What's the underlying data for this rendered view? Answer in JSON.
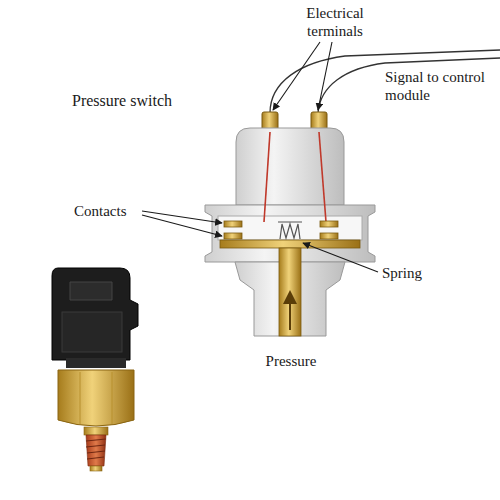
{
  "diagram": {
    "title": "Pressure switch",
    "labels": [
      "Electrical terminals",
      "Signal to control module",
      "Contacts",
      "Spring",
      "Pressure"
    ]
  }
}
